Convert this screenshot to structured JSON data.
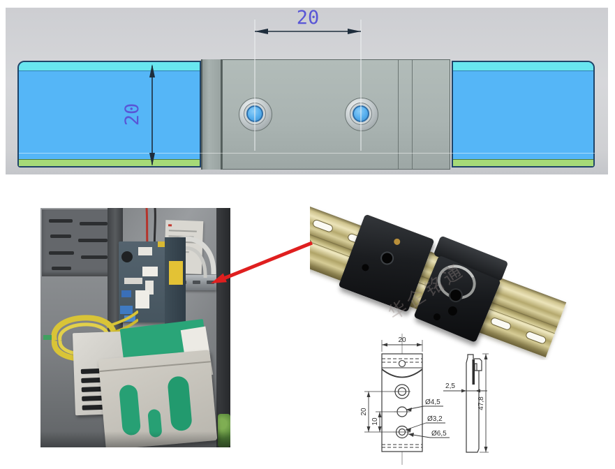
{
  "cad_view": {
    "hole_spacing_dim": "20",
    "height_dim": "20",
    "colors": {
      "stage": "#d2d3d6",
      "block_blue": "#55b6f7",
      "strip_cyan": "#68e6f0",
      "strip_green": "#a6da78",
      "center_gray": "#a9b3b1",
      "dim_text": "#5956d6",
      "dim_line": "#1e2d3c"
    }
  },
  "rail_photo": {
    "watermark": "华企铭通"
  },
  "connector_arrow": {
    "color": "#df1f1f"
  },
  "drawing": {
    "front_view": {
      "width_dim": "20",
      "hole_pitch_dim": "20",
      "hole_pitch_small_dim": "10",
      "dia_top": "Ø4,5",
      "dia_mid": "Ø3,2",
      "dia_bottom": "Ø6,5"
    },
    "side_view": {
      "thickness_dim": "2,5",
      "height_dim": "47,8"
    }
  }
}
